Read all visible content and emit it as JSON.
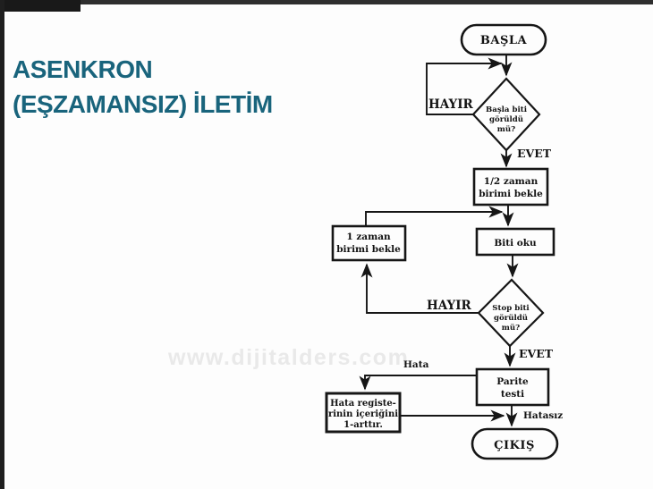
{
  "slide": {
    "title_line1": "ASENKRON",
    "title_line2": "(EŞZAMANSIZ) İLETİM",
    "title_color": "#19647C",
    "watermark": "www.dijitalders.com"
  },
  "flowchart": {
    "start": "BAŞLA",
    "end": "ÇIKIŞ",
    "decision_start_bit": {
      "lines": [
        "Başla biti",
        "görüldü",
        "mü?"
      ]
    },
    "decision_stop_bit": {
      "lines": [
        "Stop biti",
        "görüldü",
        "mü?"
      ]
    },
    "box_half_time_wait": {
      "lines": [
        "1/2 zaman",
        "birimi bekle"
      ]
    },
    "box_read_bit": "Biti oku",
    "box_one_time_wait": {
      "lines": [
        "1 zaman",
        "birimi bekle"
      ]
    },
    "box_parity_test": {
      "lines": [
        "Parite",
        "testi"
      ]
    },
    "box_error_register": {
      "lines": [
        "Hata registe-",
        "rinin içeriğini",
        "1-arttır."
      ]
    },
    "labels": {
      "no1": "HAYIR",
      "yes1": "EVET",
      "no2": "HAYIR",
      "yes2": "EVET",
      "error": "Hata",
      "no_error": "Hatasız"
    }
  }
}
